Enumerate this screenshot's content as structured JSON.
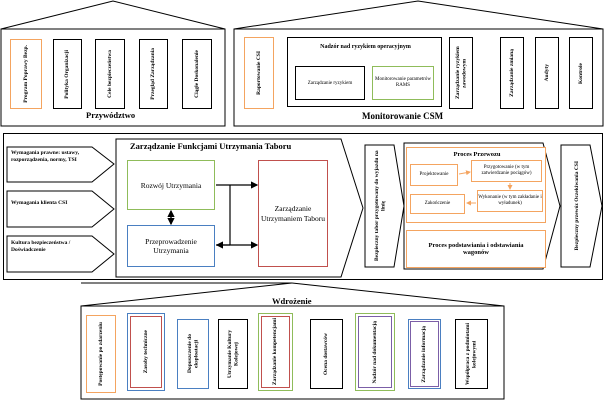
{
  "leadership": {
    "title": "Przywództwo",
    "items": [
      "Program Poprawy Bezp.",
      "Polityka Organizacji",
      "Cele bezpieczeństwa",
      "Przegląd Zarządzania",
      "Ciągłe Doskonalenie"
    ]
  },
  "monitoring": {
    "title": "Monitorowanie CSM",
    "reporting": "Raportowanie CSI",
    "supervision_title": "Nadzór nad ryzykiem operacyjnym",
    "risk_management": "Zarządzanie ryzykiem",
    "rams": "Monitorowanie parametrów RAMS",
    "items": [
      "Zarządzanie ryzykiem zawodowym",
      "Zarządzanie zmianą",
      "Audyty",
      "Kontrole"
    ]
  },
  "center": {
    "title": "Zarządzanie Funkcjami Utrzymania Taboru",
    "inputs": [
      "Wymagania prawne: ustawy, rozporządzenia, normy, TSI",
      "Wymagania klienta CSI",
      "Kultura bezpieczeństwa / Doświadczenie"
    ],
    "development": "Rozwój Utrzymania",
    "execution": "Przeprowadzenie Utrzymania",
    "management": "Zarządzanie Utrzymaniem Taboru",
    "safe_rolling_stock": "Bezpieczny tabor przygotowany do wyjazdu na linię",
    "process_title": "Proces Przewozu",
    "process_steps": [
      "Projektowanie",
      "Przygotowanie (w tym zatwierdzanie pociągów)",
      "Wykonanie (w tym zakładanie i wyładunek)",
      "Zakończenie"
    ],
    "restoration": "Proces podstawiania i odstawiania wagonów",
    "output": "Bezpieczny przewóz Oczekiwania CSI"
  },
  "implementation": {
    "title": "Wdrożenie",
    "items": [
      "Postępowanie po zdarzeniu",
      "Zasoby techniczne",
      "Dopuszczenie do eksploatacji",
      "Utrzymanie Kultury Kolejowej",
      "Zarządzanie kompetencjami",
      "Ocena dostawców",
      "Nadzór nad dokumentacją",
      "Zarządzanie informacją",
      "Współpraca z podmiotami kolejowymi"
    ]
  },
  "colors": {
    "orange": "#f4a460",
    "green": "#8fbc5a",
    "blue": "#4a7fc1",
    "red": "#c0504d",
    "purple": "#7b5ea7"
  }
}
